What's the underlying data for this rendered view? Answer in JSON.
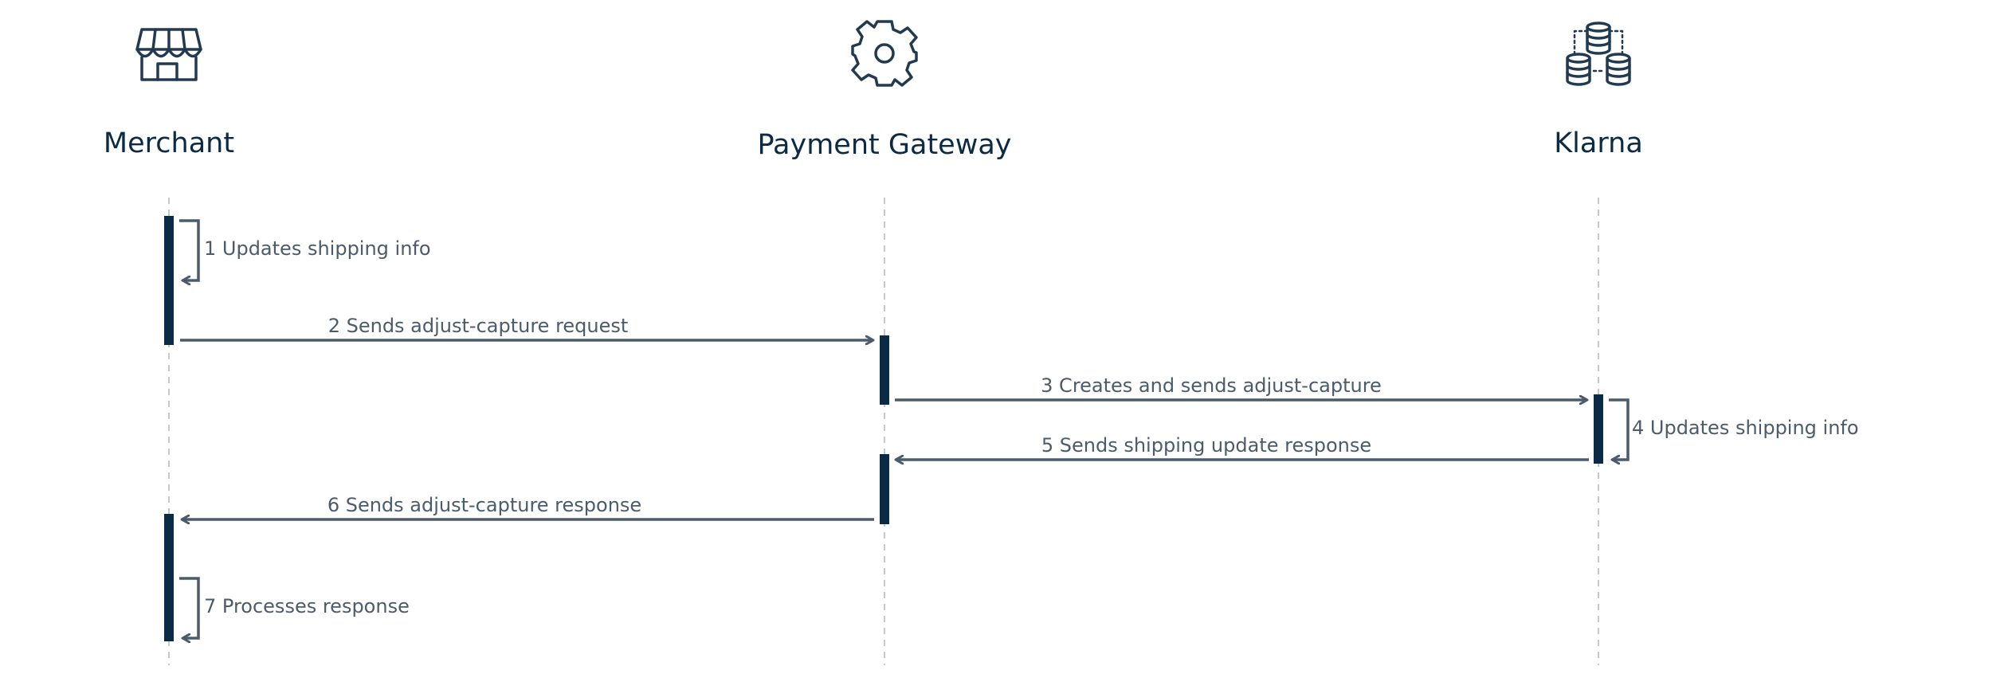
{
  "participants": [
    {
      "id": "merchant",
      "label": "Merchant",
      "icon": "storefront-icon"
    },
    {
      "id": "gateway",
      "label": "Payment Gateway",
      "icon": "gear-icon"
    },
    {
      "id": "klarna",
      "label": "Klarna",
      "icon": "database-icon"
    }
  ],
  "messages": [
    {
      "label": "1 Updates shipping info",
      "from": "merchant",
      "to": "merchant"
    },
    {
      "label": "2 Sends adjust-capture request",
      "from": "merchant",
      "to": "gateway"
    },
    {
      "label": "3 Creates and sends adjust-capture",
      "from": "gateway",
      "to": "klarna"
    },
    {
      "label": "4 Updates shipping info",
      "from": "klarna",
      "to": "klarna"
    },
    {
      "label": "5 Sends shipping update response",
      "from": "klarna",
      "to": "gateway"
    },
    {
      "label": "6 Sends adjust-capture response",
      "from": "gateway",
      "to": "merchant"
    },
    {
      "label": "7 Processes response",
      "from": "merchant",
      "to": "merchant"
    }
  ],
  "colors": {
    "primary": "#0b2a45",
    "arrow": "#4b5b6c",
    "lifeline": "#c4c9cf"
  }
}
